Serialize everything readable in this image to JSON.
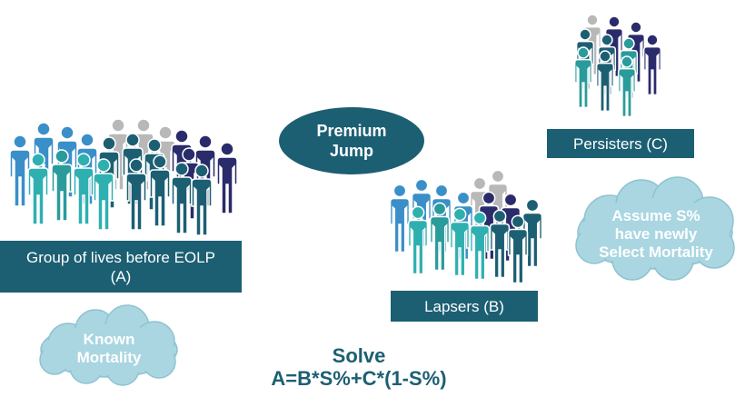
{
  "colors": {
    "navy": "#2a2b6b",
    "teal_dark": "#1c5f73",
    "teal": "#2a9b9b",
    "aqua": "#2fb0b0",
    "blue": "#3a8fc8",
    "gray": "#b8b8b8",
    "cloud": "#a9d6e1",
    "box": "#1c5f73"
  },
  "labels": {
    "group_line1": "Group of lives before EOLP",
    "group_line2": "(A)",
    "lapsers": "Lapsers (B)",
    "persisters": "Persisters (C)"
  },
  "oval": {
    "line1": "Premium",
    "line2": "Jump"
  },
  "clouds": {
    "known_line1": "Known",
    "known_line2": "Mortality",
    "assume_line1": "Assume S%",
    "assume_line2": "have newly",
    "assume_line3": "Select Mortality"
  },
  "formula": {
    "title": "Solve",
    "equation": "A=B*S%+C*(1-S%)"
  }
}
